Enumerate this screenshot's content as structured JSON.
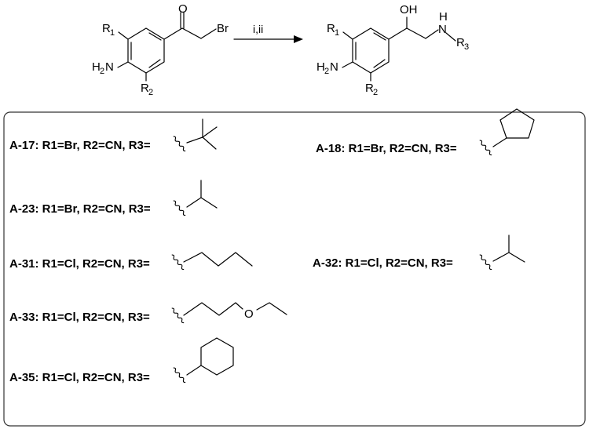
{
  "reaction": {
    "reactant": {
      "r1_label": "R",
      "r1_sub": "1",
      "r2_label": "R",
      "r2_sub": "2",
      "amine_label": "H",
      "amine_sub": "2",
      "amine_n": "N",
      "carbonyl_o": "O",
      "halogen": "Br"
    },
    "conditions": "i,ii",
    "product": {
      "r1_label": "R",
      "r1_sub": "1",
      "r2_label": "R",
      "r2_sub": "2",
      "amine_label": "H",
      "amine_sub": "2",
      "amine_n": "N",
      "hydroxyl": "OH",
      "nh": "N",
      "nh_h": "H",
      "r3_label": "R",
      "r3_sub": "3"
    }
  },
  "compounds": [
    {
      "id": "A-17",
      "text": ": R1=Br, R2=CN, R3=",
      "substituent_icon": "tert-butyl-icon"
    },
    {
      "id": "A-18",
      "text": ": R1=Br, R2=CN, R3=",
      "substituent_icon": "cyclopentyl-icon"
    },
    {
      "id": "A-23",
      "text": ": R1=Br, R2=CN, R3=",
      "substituent_icon": "isopropyl-icon"
    },
    {
      "id": "A-31",
      "text": ": R1=Cl, R2=CN, R3=",
      "substituent_icon": "n-butyl-icon"
    },
    {
      "id": "A-32",
      "text": ": R1=Cl, R2=CN, R3=",
      "substituent_icon": "isopropyl-icon"
    },
    {
      "id": "A-33",
      "text": ": R1=Cl, R2=CN, R3=",
      "substituent_icon": "ethoxypropyl-icon"
    },
    {
      "id": "A-35",
      "text": ": R1=Cl, R2=CN, R3=",
      "substituent_icon": "cyclohexyl-icon"
    }
  ],
  "ethoxy_o": "O"
}
